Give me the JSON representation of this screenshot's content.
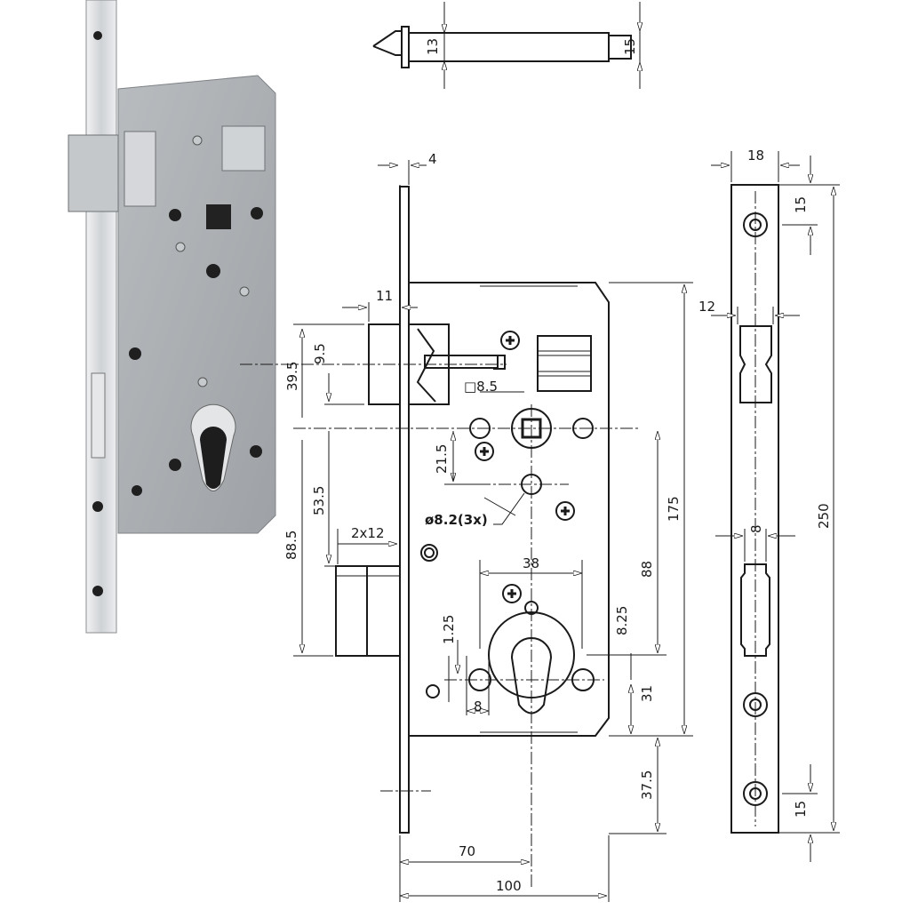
{
  "drawing": {
    "labels": {
      "top_13": "13",
      "top_15": "15",
      "faceplate_4": "4",
      "width_18": "18",
      "top_hole_15": "15",
      "latch_11": "11",
      "latch_12": "12",
      "d_39_5": "39.5",
      "d_9_5": "9.5",
      "square_8_5": "□8.5",
      "d_21_5": "21.5",
      "d_53_5": "53.5",
      "d_88_5": "88.5",
      "bolt_2x12": "2x12",
      "hole_dia": "ø8.2(3x)",
      "cyl_38": "38",
      "d_1_25": "1.25",
      "d_8_25": "8.25",
      "d_88": "88",
      "d_175": "175",
      "d_250": "250",
      "side_8": "8",
      "front_8": "8",
      "d_31": "31",
      "d_37_5": "37.5",
      "backset_70": "70",
      "case_100": "100",
      "bottom_hole_15": "15"
    },
    "colors": {
      "line": "#1a1a1a",
      "metal_light": "#d9dbdd",
      "metal_case": "#a9adb1",
      "background": "#ffffff"
    }
  }
}
